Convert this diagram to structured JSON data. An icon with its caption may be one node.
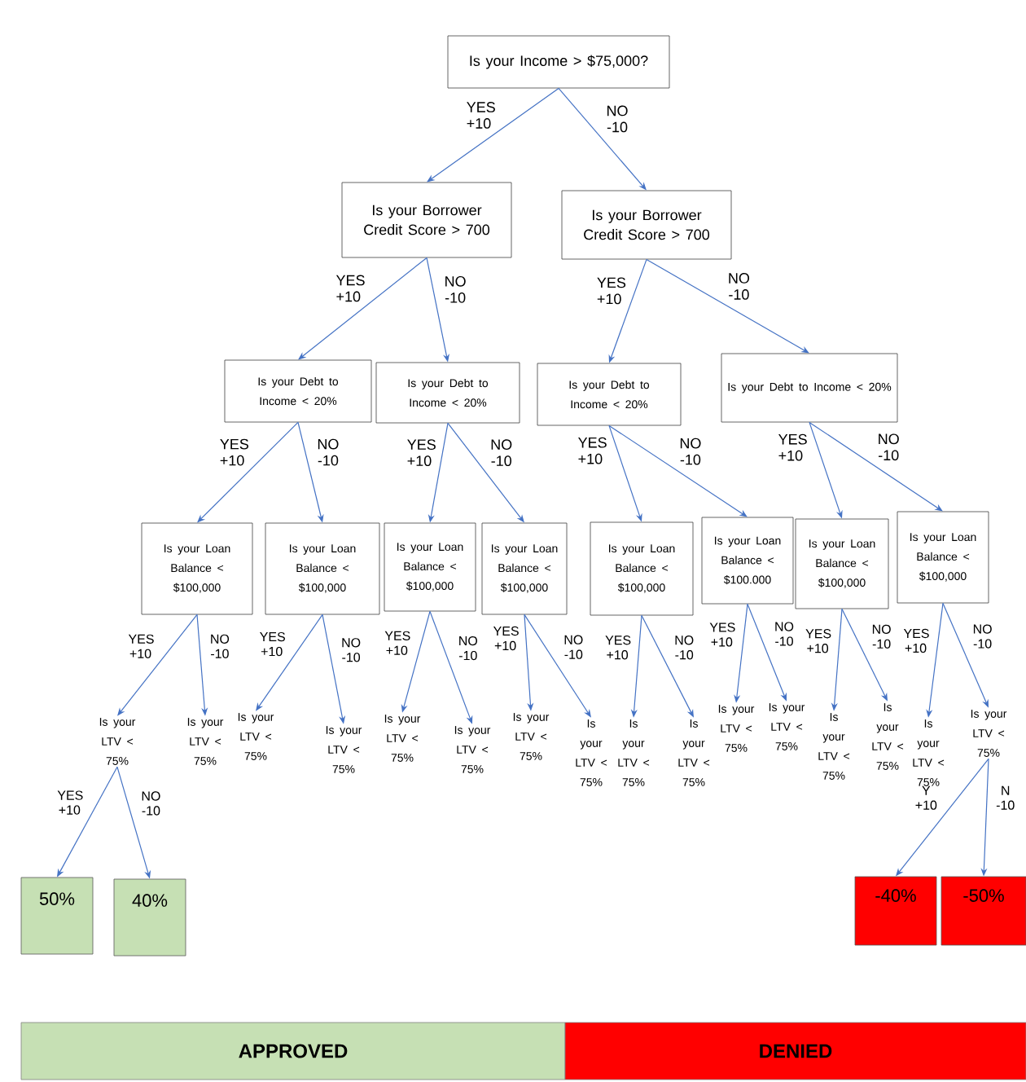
{
  "diagram": {
    "nodes": [
      {
        "text": [
          "Is your Income > $75,000?"
        ]
      },
      {
        "text": [
          "Is your Borrower Credit Score > 700"
        ]
      },
      {
        "text": [
          "Is your Borrower Credit Score > 700"
        ]
      },
      {
        "text": [
          "Is your Debt to Income < 20%"
        ]
      },
      {
        "text": [
          "Is your Debt to Income < 20%"
        ]
      },
      {
        "text": [
          "Is your Debt to Income < 20%"
        ]
      },
      {
        "text": [
          "Is your Debt to Income < 20%"
        ]
      },
      {
        "text": [
          "Is your Loan Balance < $100,000"
        ]
      },
      {
        "text": [
          "Is your Loan Balance < $100,000"
        ]
      },
      {
        "text": [
          "Is your Loan Balance < $100,000"
        ]
      },
      {
        "text": [
          "Is your Loan Balance < $100,000"
        ]
      },
      {
        "text": [
          "Is your Loan Balance < $100,000"
        ]
      },
      {
        "text": [
          "Is your Loan Balance < $100.000"
        ]
      },
      {
        "text": [
          "Is your Loan Balance < $100,000"
        ]
      },
      {
        "text": [
          "Is your Loan Balance < $100,000"
        ]
      },
      {
        "text": [
          "Is your LTV < 75%"
        ]
      },
      {
        "text": [
          "Is your LTV < 75%"
        ]
      },
      {
        "text": [
          "Is your LTV < 75%"
        ]
      },
      {
        "text": [
          "Is your LTV < 75%"
        ]
      },
      {
        "text": [
          "Is your LTV < 75%"
        ]
      },
      {
        "text": [
          "Is your LTV < 75%"
        ]
      },
      {
        "text": [
          "Is your LTV < 75%"
        ]
      },
      {
        "text": [
          "Is your LTV < 75%"
        ]
      },
      {
        "text": [
          "Is your LTV < 75%"
        ]
      },
      {
        "text": [
          "Is your LTV < 75%"
        ]
      },
      {
        "text": [
          "Is your LTV < 75%"
        ]
      },
      {
        "text": [
          "Is your LTV < 75%"
        ]
      },
      {
        "text": [
          "Is your LTV < 75%"
        ]
      },
      {
        "text": [
          "Is your LTV < 75%"
        ]
      },
      {
        "text": [
          "Is your LTV < 75%"
        ]
      },
      {
        "text": [
          "Is your LTV < 75%"
        ]
      },
      {
        "text": [
          "50%"
        ]
      },
      {
        "text": [
          "40%"
        ]
      },
      {
        "text": [
          "-40%"
        ]
      },
      {
        "text": [
          "-50%"
        ]
      },
      {
        "text": [
          "APPROVED"
        ]
      },
      {
        "text": [
          "DENIED"
        ]
      }
    ],
    "edges": [
      {
        "from": 0,
        "to": 1,
        "arrow": "to",
        "label": "YES +10"
      },
      {
        "from": 0,
        "to": 2,
        "arrow": "to",
        "label": "NO -10"
      },
      {
        "from": 1,
        "to": 3,
        "arrow": "to",
        "label": "YES +10"
      },
      {
        "from": 1,
        "to": 4,
        "arrow": "to",
        "label": "NO -10"
      },
      {
        "from": 2,
        "to": 5,
        "arrow": "to",
        "label": "YES +10"
      },
      {
        "from": 2,
        "to": 6,
        "arrow": "to",
        "label": "NO -10"
      },
      {
        "from": 3,
        "to": 7,
        "arrow": "to",
        "label": "YES +10"
      },
      {
        "from": 3,
        "to": 8,
        "arrow": "to",
        "label": "NO -10"
      },
      {
        "from": 4,
        "to": 9,
        "arrow": "to",
        "label": "YES +10"
      },
      {
        "from": 4,
        "to": 10,
        "arrow": "to",
        "label": "NO -10"
      },
      {
        "from": 5,
        "to": 11,
        "arrow": "to",
        "label": "YES +10"
      },
      {
        "from": 5,
        "to": 12,
        "arrow": "to",
        "label": "NO -10"
      },
      {
        "from": 6,
        "to": 13,
        "arrow": "to",
        "label": "YES +10"
      },
      {
        "from": 6,
        "to": 14,
        "arrow": "to",
        "label": "NO -10"
      },
      {
        "from": 7,
        "to": 15,
        "arrow": "to",
        "label": "YES +10"
      },
      {
        "from": 7,
        "to": 16,
        "arrow": "to",
        "label": "NO -10"
      },
      {
        "from": 8,
        "to": 17,
        "arrow": "to",
        "label": "YES +10"
      },
      {
        "from": 8,
        "to": 18,
        "arrow": "to",
        "label": "NO -10"
      },
      {
        "from": 9,
        "to": 19,
        "arrow": "to",
        "label": "YES +10"
      },
      {
        "from": 9,
        "to": 20,
        "arrow": "to",
        "label": "NO -10"
      },
      {
        "from": 10,
        "to": 21,
        "arrow": "to",
        "label": "YES +10"
      },
      {
        "from": 10,
        "to": 22,
        "arrow": "to",
        "label": "NO -10"
      },
      {
        "from": 11,
        "to": 23,
        "arrow": "to",
        "label": "YES +10"
      },
      {
        "from": 11,
        "to": 24,
        "arrow": "to",
        "label": "NO -10"
      },
      {
        "from": 12,
        "to": 25,
        "arrow": "to",
        "label": "YES +10"
      },
      {
        "from": 12,
        "to": 26,
        "arrow": "to",
        "label": "NO -10"
      },
      {
        "from": 13,
        "to": 27,
        "arrow": "to",
        "label": "YES +10"
      },
      {
        "from": 13,
        "to": 28,
        "arrow": "to",
        "label": "NO -10"
      },
      {
        "from": 14,
        "to": 29,
        "arrow": "to",
        "label": "YES +10"
      },
      {
        "from": 14,
        "to": 30,
        "arrow": "to",
        "label": "NO -10"
      },
      {
        "from": 15,
        "to": 31,
        "arrow": "to",
        "label": "YES +10"
      },
      {
        "from": 15,
        "to": 32,
        "arrow": "to",
        "label": "NO -10"
      },
      {
        "from": 30,
        "to": 33,
        "arrow": "to",
        "label": "Y +10"
      },
      {
        "from": 30,
        "to": 34,
        "arrow": "to",
        "label": "N -10"
      }
    ]
  }
}
